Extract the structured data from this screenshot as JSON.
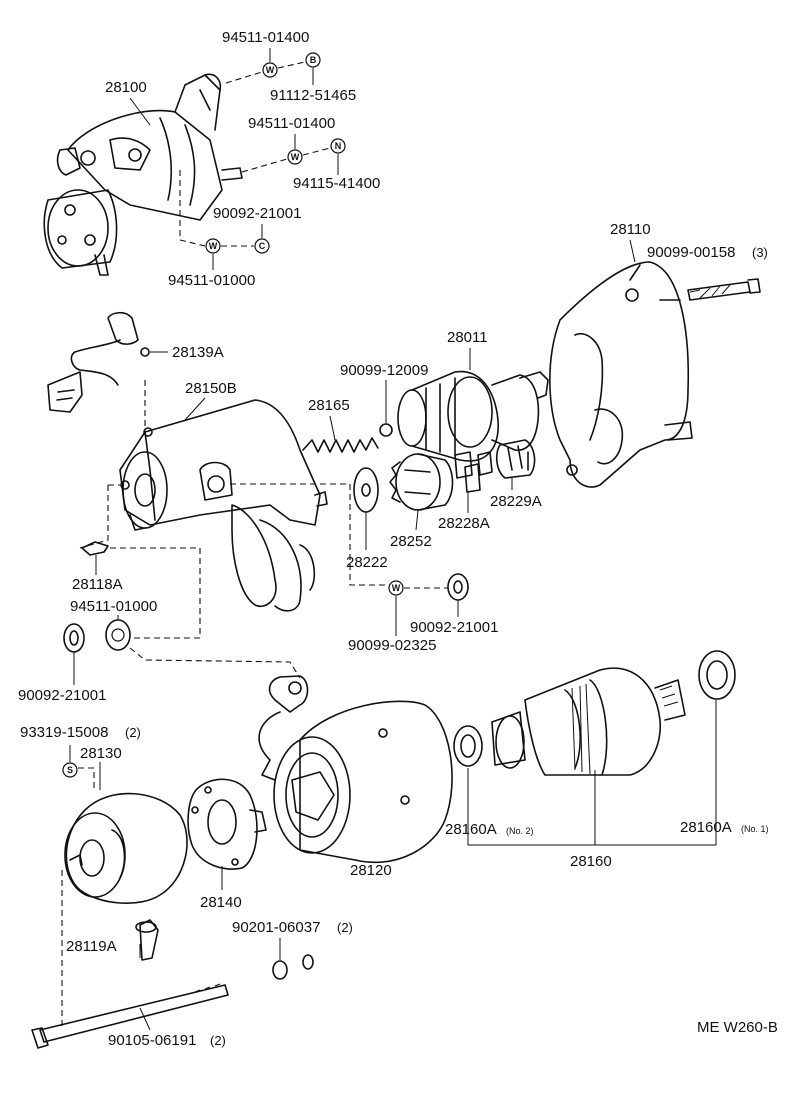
{
  "labels": {
    "p28100": "28100",
    "p94511_01400_a": "94511-01400",
    "p91112_51465": "91112-51465",
    "p94511_01400_b": "94511-01400",
    "p94115_41400": "94115-41400",
    "p90092_21001_a": "90092-21001",
    "p94511_01000_a": "94511-01000",
    "p28110": "28110",
    "p90099_00158": "90099-00158",
    "p90099_00158_qty": "(3)",
    "p28139A": "28139A",
    "p28011": "28011",
    "p90099_12009": "90099-12009",
    "p28150B": "28150B",
    "p28165": "28165",
    "p28229A": "28229A",
    "p28228A": "28228A",
    "p28252": "28252",
    "p28222": "28222",
    "p28118A": "28118A",
    "p94511_01000_b": "94511-01000",
    "p90092_21001_b": "90092-21001",
    "p90099_02325": "90099-02325",
    "p90092_21001_c": "90092-21001",
    "p93319_15008": "93319-15008",
    "p93319_15008_qty": "(2)",
    "p28130": "28130",
    "p28140": "28140",
    "p28120": "28120",
    "p28160A_2": "28160A",
    "p28160A_2_note": "(No. 2)",
    "p28160A_1": "28160A",
    "p28160A_1_note": "(No. 1)",
    "p28160": "28160",
    "p28119A": "28119A",
    "p90201_06037": "90201-06037",
    "p90201_06037_qty": "(2)",
    "p90105_06191": "90105-06191",
    "p90105_06191_qty": "(2)",
    "diagram_code": "ME W260-B"
  },
  "symbols": {
    "washer": "W",
    "bolt": "B",
    "nut": "N",
    "clip": "C",
    "screw": "S"
  },
  "icons": {
    "starter_assembly": "starter-assembly-icon",
    "drive_housing": "drive-housing-icon",
    "magnetic_switch": "magnetic-switch-icon",
    "armature": "armature-icon",
    "yoke": "yoke-icon",
    "end_frame": "end-frame-icon",
    "brush_holder": "brush-holder-icon"
  }
}
